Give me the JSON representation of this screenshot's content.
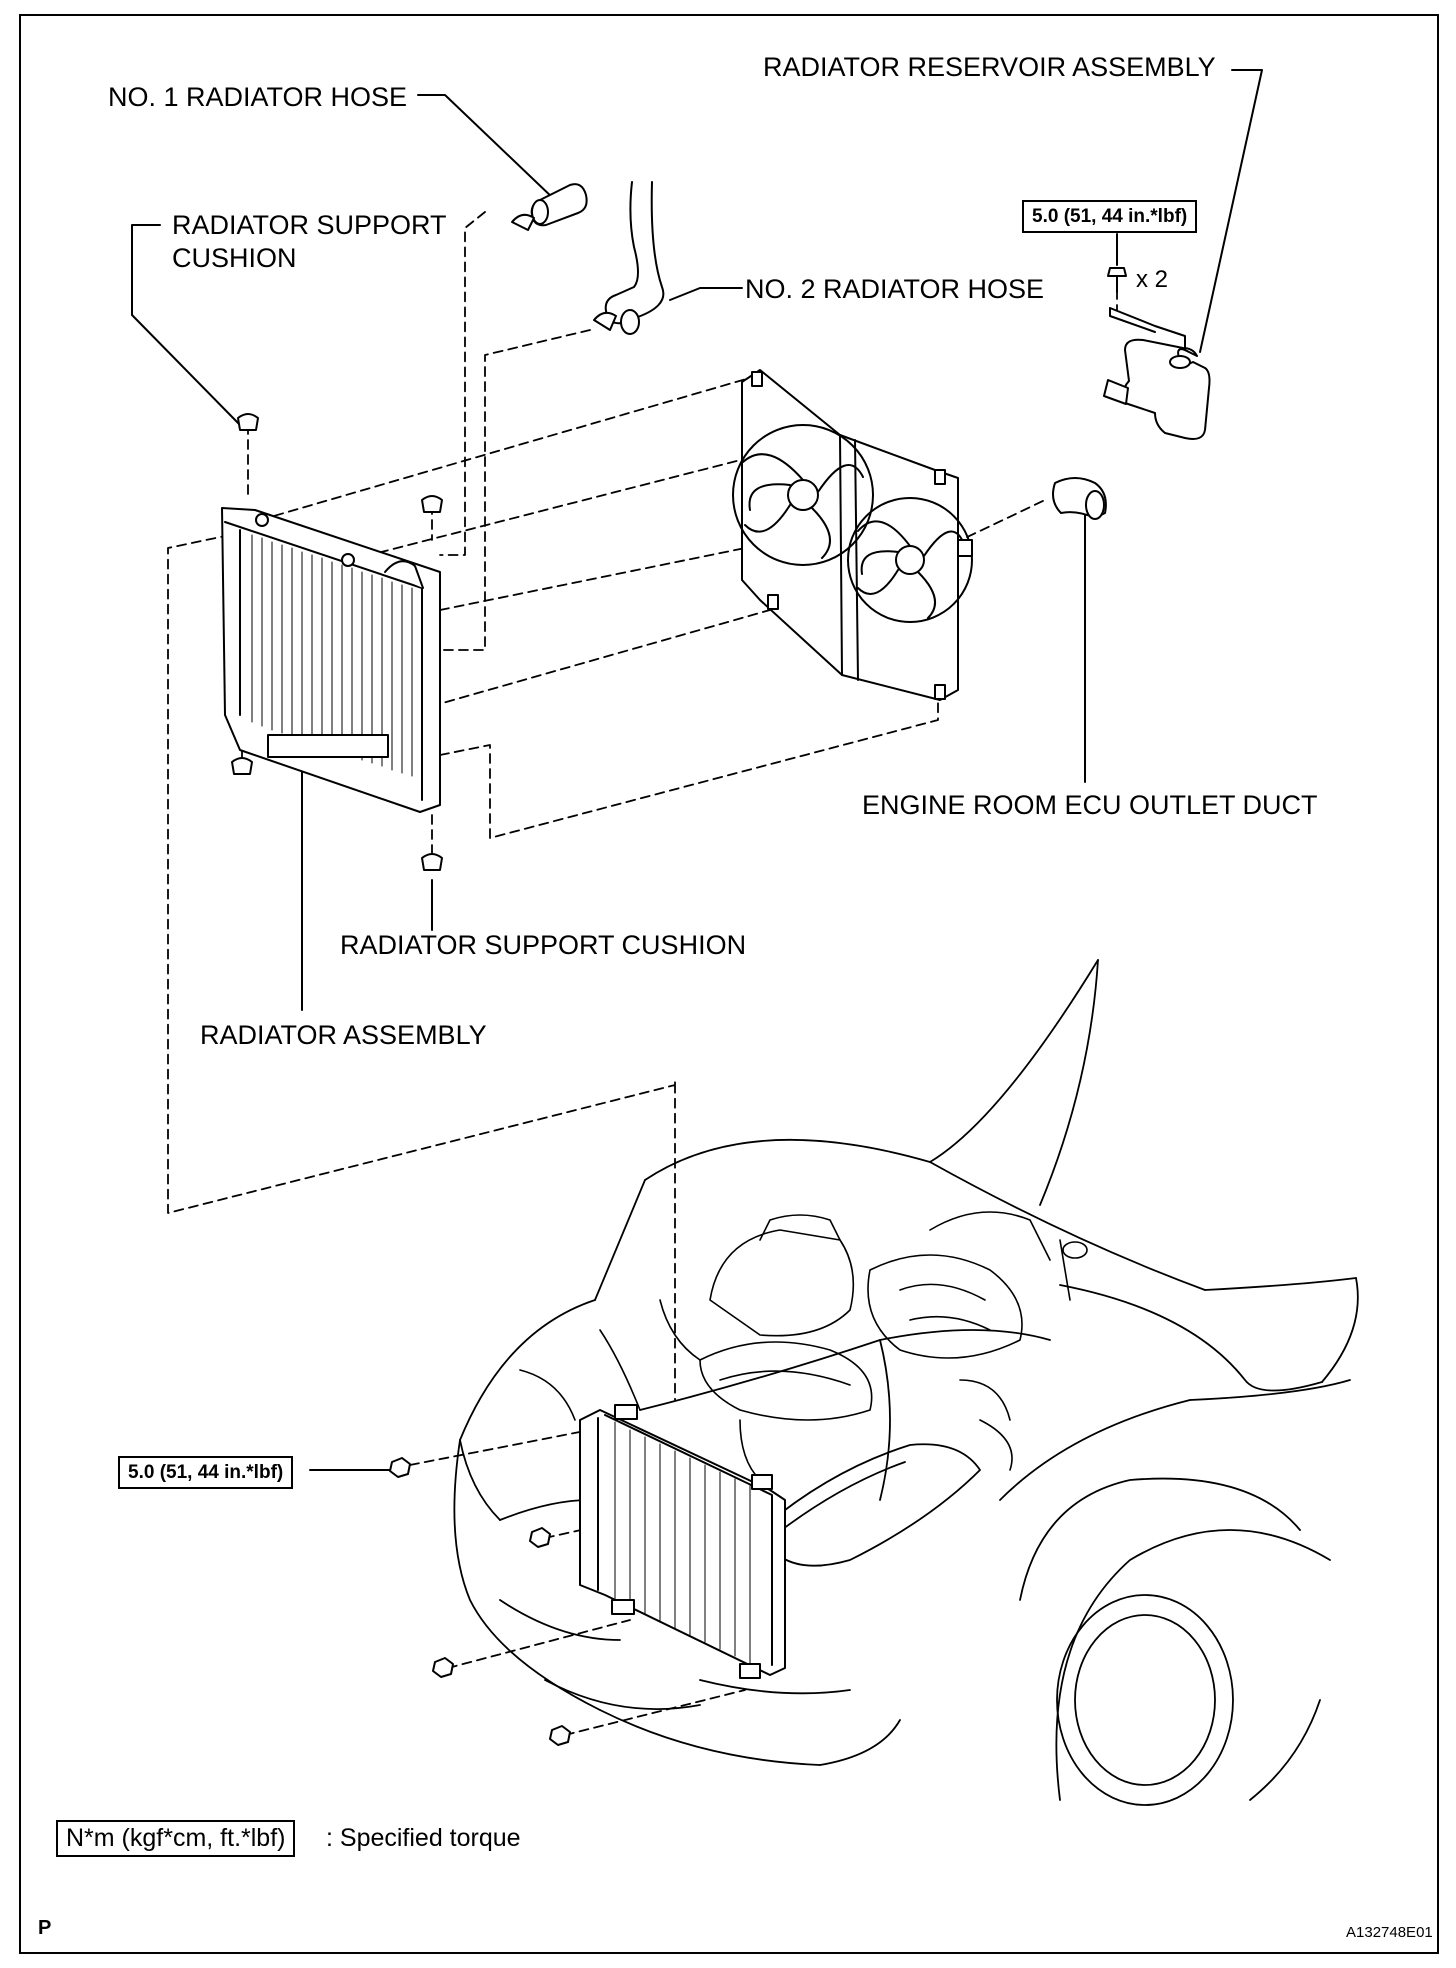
{
  "labels": {
    "radiator_reservoir_assembly": "RADIATOR RESERVOIR ASSEMBLY",
    "no1_radiator_hose": "NO. 1 RADIATOR HOSE",
    "radiator_support_cushion_upper_line1": "RADIATOR SUPPORT",
    "radiator_support_cushion_upper_line2": "CUSHION",
    "no2_radiator_hose": "NO. 2 RADIATOR HOSE",
    "engine_room_ecu_outlet_duct": "ENGINE ROOM ECU OUTLET DUCT",
    "radiator_support_cushion_lower": "RADIATOR SUPPORT CUSHION",
    "radiator_assembly": "RADIATOR ASSEMBLY",
    "bolt_quantity": "x 2"
  },
  "torque_specs": {
    "reservoir_bolt": "5.0 (51, 44 in.*lbf)",
    "condenser_bolt": "5.0 (51, 44 in.*lbf)"
  },
  "legend": {
    "unit_box": "N*m (kgf*cm, ft.*lbf)",
    "description": ": Specified torque"
  },
  "footer": {
    "page_marker": "P",
    "figure_id": "A132748E01"
  }
}
